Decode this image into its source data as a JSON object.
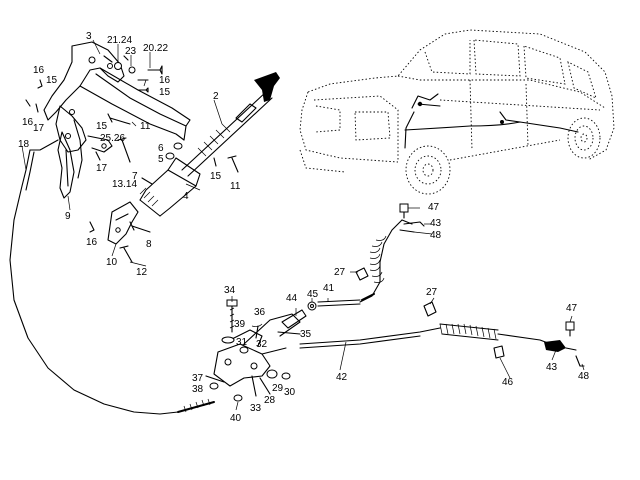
{
  "callouts": [
    {
      "name": "callout-3",
      "text": "3"
    },
    {
      "name": "callout-21-24",
      "text": "21.24"
    },
    {
      "name": "callout-23",
      "text": "23"
    },
    {
      "name": "callout-20-22",
      "text": "20.22"
    },
    {
      "name": "callout-16-a",
      "text": "16"
    },
    {
      "name": "callout-15-a",
      "text": "15"
    },
    {
      "name": "callout-16-b",
      "text": "16"
    },
    {
      "name": "callout-15-b",
      "text": "15"
    },
    {
      "name": "callout-2",
      "text": "2"
    },
    {
      "name": "callout-16-c",
      "text": "16"
    },
    {
      "name": "callout-17-a",
      "text": "17"
    },
    {
      "name": "callout-15-c",
      "text": "15"
    },
    {
      "name": "callout-11-a",
      "text": "11"
    },
    {
      "name": "callout-25-26",
      "text": "25.26"
    },
    {
      "name": "callout-18",
      "text": "18"
    },
    {
      "name": "callout-17-b",
      "text": "17"
    },
    {
      "name": "callout-13-14",
      "text": "13.14"
    },
    {
      "name": "callout-7",
      "text": "7"
    },
    {
      "name": "callout-6",
      "text": "6"
    },
    {
      "name": "callout-5",
      "text": "5"
    },
    {
      "name": "callout-15-d",
      "text": "15"
    },
    {
      "name": "callout-11-b",
      "text": "11"
    },
    {
      "name": "callout-4",
      "text": "4"
    },
    {
      "name": "callout-9",
      "text": "9"
    },
    {
      "name": "callout-16-d",
      "text": "16"
    },
    {
      "name": "callout-8",
      "text": "8"
    },
    {
      "name": "callout-10",
      "text": "10"
    },
    {
      "name": "callout-12",
      "text": "12"
    },
    {
      "name": "callout-47-a",
      "text": "47"
    },
    {
      "name": "callout-43-a",
      "text": "43"
    },
    {
      "name": "callout-48-a",
      "text": "48"
    },
    {
      "name": "callout-27-a",
      "text": "27"
    },
    {
      "name": "callout-34",
      "text": "34"
    },
    {
      "name": "callout-44",
      "text": "44"
    },
    {
      "name": "callout-45",
      "text": "45"
    },
    {
      "name": "callout-41",
      "text": "41"
    },
    {
      "name": "callout-27-b",
      "text": "27"
    },
    {
      "name": "callout-39",
      "text": "39"
    },
    {
      "name": "callout-36",
      "text": "36"
    },
    {
      "name": "callout-35",
      "text": "35"
    },
    {
      "name": "callout-47-b",
      "text": "47"
    },
    {
      "name": "callout-31",
      "text": "31"
    },
    {
      "name": "callout-32",
      "text": "32"
    },
    {
      "name": "callout-42",
      "text": "42"
    },
    {
      "name": "callout-37",
      "text": "37"
    },
    {
      "name": "callout-38",
      "text": "38"
    },
    {
      "name": "callout-29",
      "text": "29"
    },
    {
      "name": "callout-30",
      "text": "30"
    },
    {
      "name": "callout-28",
      "text": "28"
    },
    {
      "name": "callout-33",
      "text": "33"
    },
    {
      "name": "callout-40",
      "text": "40"
    },
    {
      "name": "callout-46",
      "text": "46"
    },
    {
      "name": "callout-43-b",
      "text": "43"
    },
    {
      "name": "callout-48-b",
      "text": "48"
    }
  ]
}
